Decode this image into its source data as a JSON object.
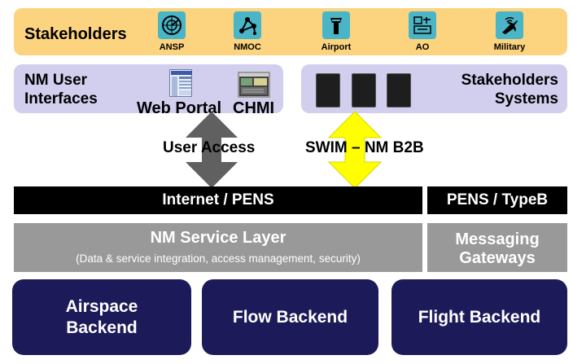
{
  "stakeholders": {
    "title": "Stakeholders",
    "items": [
      {
        "label": "ANSP",
        "icon": "radar-icon"
      },
      {
        "label": "NMOC",
        "icon": "network-icon"
      },
      {
        "label": "Airport",
        "icon": "control-tower-icon"
      },
      {
        "label": "AO",
        "icon": "airline-operator-icon"
      },
      {
        "label": "Military",
        "icon": "military-jet-icon"
      }
    ]
  },
  "nm_user_interfaces": {
    "title_line1": "NM User",
    "title_line2": "Interfaces",
    "web_portal": "Web Portal",
    "chmi": "CHMI"
  },
  "stakeholders_systems": {
    "title_line1": "Stakeholders",
    "title_line2": "Systems"
  },
  "connections": {
    "user_access": "User Access",
    "swim": "SWIM – NM B2B"
  },
  "network": {
    "internet": "Internet / PENS",
    "pens_typeb": "PENS / TypeB"
  },
  "service_layer": {
    "title": "NM Service Layer",
    "subtitle": "(Data & service integration, access management, security)"
  },
  "messaging": {
    "line1": "Messaging",
    "line2": "Gateways"
  },
  "backends": {
    "airspace_line1": "Airspace",
    "airspace_line2": "Backend",
    "flow": "Flow Backend",
    "flight": "Flight Backend"
  },
  "colors": {
    "stakeholders_bar": "#fcd37e",
    "icon_tile": "#49b5c7",
    "interfaces_panel": "#d1ceee",
    "user_access_arrow": "#606060",
    "swim_arrow": "#ffff00",
    "service_layer": "#999999",
    "backend": "#1c1a59"
  }
}
